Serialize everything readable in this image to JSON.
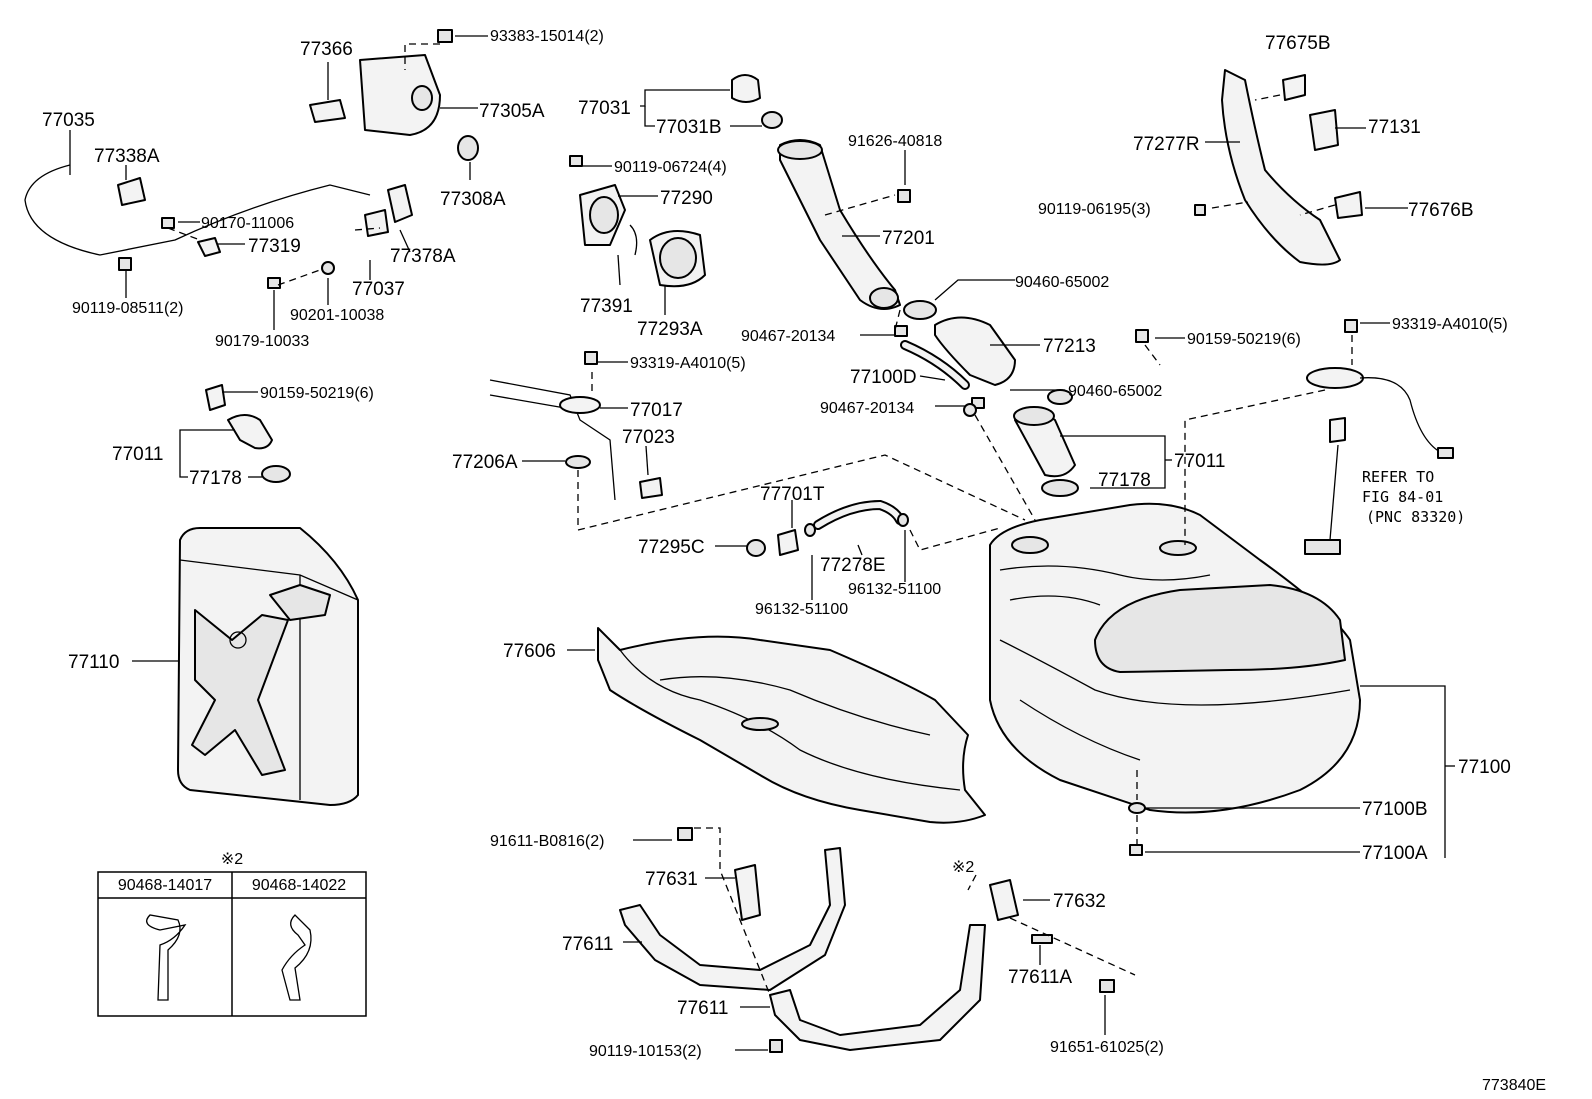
{
  "parts": [
    {
      "key": "p77366",
      "text": "77366"
    },
    {
      "key": "p93383",
      "text": "93383-15014(2)"
    },
    {
      "key": "p77305A",
      "text": "77305A"
    },
    {
      "key": "p77308A",
      "text": "77308A"
    },
    {
      "key": "p77035",
      "text": "77035"
    },
    {
      "key": "p77338A",
      "text": "77338A"
    },
    {
      "key": "p90170",
      "text": "90170-11006"
    },
    {
      "key": "p77319",
      "text": "77319"
    },
    {
      "key": "p77378A",
      "text": "77378A"
    },
    {
      "key": "p77037",
      "text": "77037"
    },
    {
      "key": "p90201",
      "text": "90201-10038"
    },
    {
      "key": "p90119_08511",
      "text": "90119-08511(2)"
    },
    {
      "key": "p90179",
      "text": "90179-10033"
    },
    {
      "key": "p77031",
      "text": "77031"
    },
    {
      "key": "p77031B",
      "text": "77031B"
    },
    {
      "key": "p90119_06724",
      "text": "90119-06724(4)"
    },
    {
      "key": "p77290",
      "text": "77290"
    },
    {
      "key": "p77391",
      "text": "77391"
    },
    {
      "key": "p77293A",
      "text": "77293A"
    },
    {
      "key": "p91626",
      "text": "91626-40818"
    },
    {
      "key": "p77201",
      "text": "77201"
    },
    {
      "key": "p90460_a",
      "text": "90460-65002"
    },
    {
      "key": "p90467_a",
      "text": "90467-20134"
    },
    {
      "key": "p77213",
      "text": "77213"
    },
    {
      "key": "p77100D",
      "text": "77100D"
    },
    {
      "key": "p90460_b",
      "text": "90460-65002"
    },
    {
      "key": "p90467_b",
      "text": "90467-20134"
    },
    {
      "key": "p77675B",
      "text": "77675B"
    },
    {
      "key": "p77131",
      "text": "77131"
    },
    {
      "key": "p77277R",
      "text": "77277R"
    },
    {
      "key": "p90119_06195",
      "text": "90119-06195(3)"
    },
    {
      "key": "p77676B",
      "text": "77676B"
    },
    {
      "key": "p90159_r",
      "text": "90159-50219(6)"
    },
    {
      "key": "p93319_r",
      "text": "93319-A4010(5)"
    },
    {
      "key": "p90159_l",
      "text": "90159-50219(6)"
    },
    {
      "key": "p77011_l",
      "text": "77011"
    },
    {
      "key": "p77178_l",
      "text": "77178"
    },
    {
      "key": "p93319_m",
      "text": "93319-A4010(5)"
    },
    {
      "key": "p77017",
      "text": "77017"
    },
    {
      "key": "p77023",
      "text": "77023"
    },
    {
      "key": "p77206A",
      "text": "77206A"
    },
    {
      "key": "p77011_r",
      "text": "77011"
    },
    {
      "key": "p77178_r",
      "text": "77178"
    },
    {
      "key": "p77701T",
      "text": "77701T"
    },
    {
      "key": "p77295C",
      "text": "77295C"
    },
    {
      "key": "p77278E",
      "text": "77278E"
    },
    {
      "key": "p96132_a",
      "text": "96132-51100"
    },
    {
      "key": "p96132_b",
      "text": "96132-51100"
    },
    {
      "key": "p77110",
      "text": "77110"
    },
    {
      "key": "p77606",
      "text": "77606"
    },
    {
      "key": "p77100",
      "text": "77100"
    },
    {
      "key": "p77100B",
      "text": "77100B"
    },
    {
      "key": "p77100A",
      "text": "77100A"
    },
    {
      "key": "p91611",
      "text": "91611-B0816(2)"
    },
    {
      "key": "p77631",
      "text": "77631"
    },
    {
      "key": "p77611_a",
      "text": "77611"
    },
    {
      "key": "p77611_b",
      "text": "77611"
    },
    {
      "key": "p90119_10153",
      "text": "90119-10153(2)"
    },
    {
      "key": "p77632",
      "text": "77632"
    },
    {
      "key": "p77611A",
      "text": "77611A"
    },
    {
      "key": "p91651",
      "text": "91651-61025(2)"
    },
    {
      "key": "pnote2b",
      "text": "※2"
    }
  ],
  "refer_note": [
    "REFER TO",
    "FIG 84-01",
    "(PNC 83320)"
  ],
  "inset": {
    "note": "※2",
    "col1": "90468-14017",
    "col2": "90468-14022"
  },
  "figure_code": "773840E"
}
